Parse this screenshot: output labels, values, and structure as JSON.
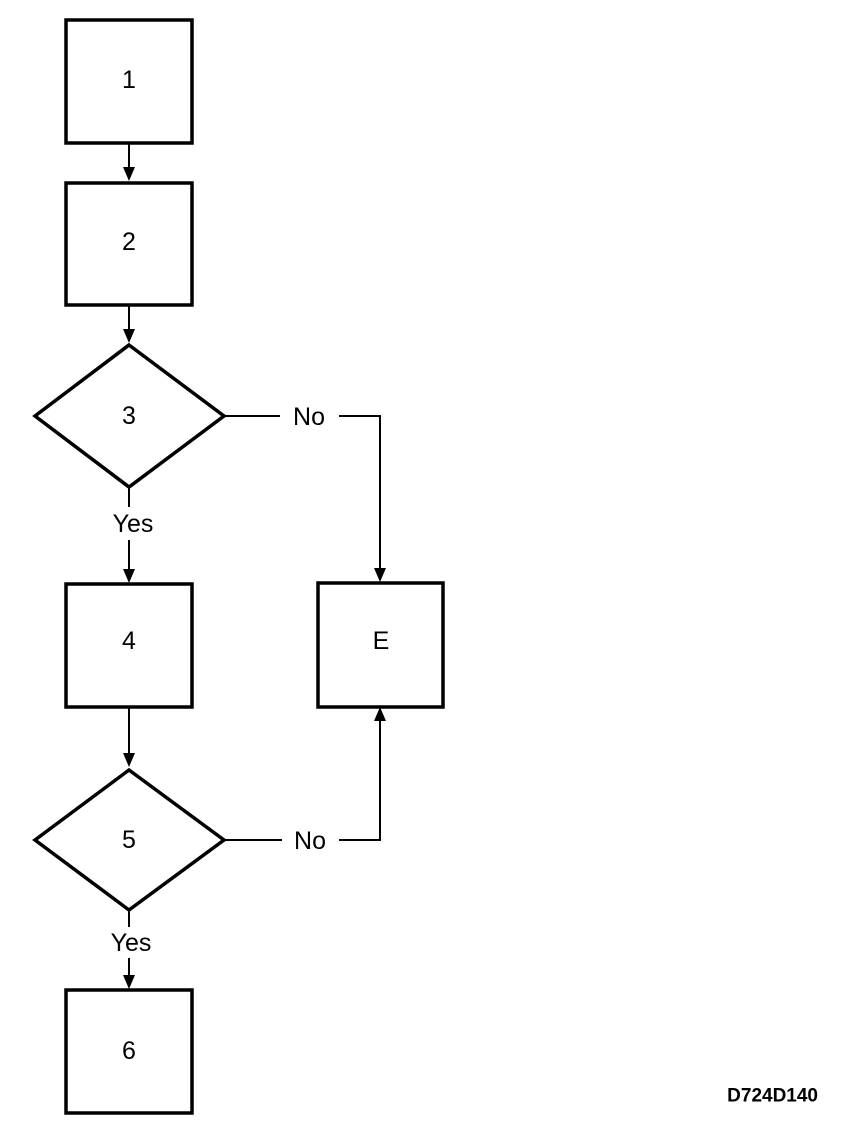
{
  "diagram": {
    "type": "flowchart",
    "nodes": [
      {
        "id": "n1",
        "shape": "box",
        "label": "1"
      },
      {
        "id": "n2",
        "shape": "box",
        "label": "2"
      },
      {
        "id": "n3",
        "shape": "decision",
        "label": "3"
      },
      {
        "id": "n4",
        "shape": "box",
        "label": "4"
      },
      {
        "id": "n5",
        "shape": "decision",
        "label": "5"
      },
      {
        "id": "n6",
        "shape": "box",
        "label": "6"
      },
      {
        "id": "nE",
        "shape": "box",
        "label": "E"
      }
    ],
    "edges": [
      {
        "from": "n1",
        "to": "n2",
        "label": ""
      },
      {
        "from": "n2",
        "to": "n3",
        "label": ""
      },
      {
        "from": "n3",
        "to": "n4",
        "label": "Yes"
      },
      {
        "from": "n3",
        "to": "nE",
        "label": "No"
      },
      {
        "from": "n4",
        "to": "n5",
        "label": ""
      },
      {
        "from": "n5",
        "to": "n6",
        "label": "Yes"
      },
      {
        "from": "n5",
        "to": "nE",
        "label": "No"
      }
    ]
  },
  "figure_code": "D724D140",
  "colors": {
    "stroke": "#000000",
    "background": "#ffffff"
  }
}
